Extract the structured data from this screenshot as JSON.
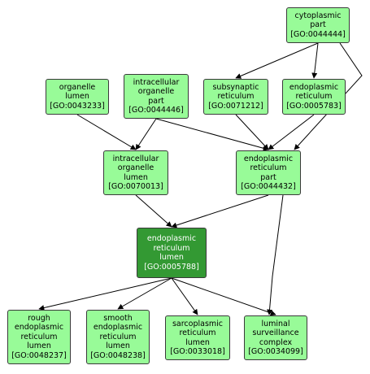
{
  "nodes": {
    "cytoplasmic_part": {
      "lines": [
        "cytoplasmic",
        "part",
        "[GO:0044444]"
      ]
    },
    "organelle_lumen": {
      "lines": [
        "organelle",
        "lumen",
        "[GO:0043233]"
      ]
    },
    "intracellular_organelle_part": {
      "lines": [
        "intracellular",
        "organelle",
        "part",
        "[GO:0044446]"
      ]
    },
    "subsynaptic_reticulum": {
      "lines": [
        "subsynaptic",
        "reticulum",
        "[GO:0071212]"
      ]
    },
    "endoplasmic_reticulum": {
      "lines": [
        "endoplasmic",
        "reticulum",
        "[GO:0005783]"
      ]
    },
    "intracellular_organelle_lumen": {
      "lines": [
        "intracellular",
        "organelle",
        "lumen",
        "[GO:0070013]"
      ]
    },
    "endoplasmic_reticulum_part": {
      "lines": [
        "endoplasmic",
        "reticulum",
        "part",
        "[GO:0044432]"
      ]
    },
    "endoplasmic_reticulum_lumen": {
      "lines": [
        "endoplasmic",
        "reticulum",
        "lumen",
        "[GO:0005788]"
      ]
    },
    "rough_er_lumen": {
      "lines": [
        "rough",
        "endoplasmic",
        "reticulum",
        "lumen",
        "[GO:0048237]"
      ]
    },
    "smooth_er_lumen": {
      "lines": [
        "smooth",
        "endoplasmic",
        "reticulum",
        "lumen",
        "[GO:0048238]"
      ]
    },
    "sarcoplasmic_reticulum_lumen": {
      "lines": [
        "sarcoplasmic",
        "reticulum",
        "lumen",
        "[GO:0033018]"
      ]
    },
    "luminal_surveillance_complex": {
      "lines": [
        "luminal",
        "surveillance",
        "complex",
        "[GO:0034099]"
      ]
    }
  },
  "edges": [
    {
      "from": "cytoplasmic_part",
      "to": "subsynaptic_reticulum"
    },
    {
      "from": "cytoplasmic_part",
      "to": "endoplasmic_reticulum"
    },
    {
      "from": "cytoplasmic_part",
      "to": "endoplasmic_reticulum_part"
    },
    {
      "from": "intracellular_organelle_part",
      "to": "intracellular_organelle_lumen"
    },
    {
      "from": "intracellular_organelle_part",
      "to": "endoplasmic_reticulum_part"
    },
    {
      "from": "organelle_lumen",
      "to": "intracellular_organelle_lumen"
    },
    {
      "from": "subsynaptic_reticulum",
      "to": "endoplasmic_reticulum_part"
    },
    {
      "from": "endoplasmic_reticulum",
      "to": "endoplasmic_reticulum_part"
    },
    {
      "from": "intracellular_organelle_lumen",
      "to": "endoplasmic_reticulum_lumen"
    },
    {
      "from": "endoplasmic_reticulum_part",
      "to": "endoplasmic_reticulum_lumen"
    },
    {
      "from": "endoplasmic_reticulum_part",
      "to": "luminal_surveillance_complex"
    },
    {
      "from": "endoplasmic_reticulum_lumen",
      "to": "rough_er_lumen"
    },
    {
      "from": "endoplasmic_reticulum_lumen",
      "to": "smooth_er_lumen"
    },
    {
      "from": "endoplasmic_reticulum_lumen",
      "to": "sarcoplasmic_reticulum_lumen"
    },
    {
      "from": "endoplasmic_reticulum_lumen",
      "to": "luminal_surveillance_complex"
    }
  ],
  "colors": {
    "node_fill": "#98fb98",
    "focus_fill": "#339933",
    "edge": "#000000"
  }
}
